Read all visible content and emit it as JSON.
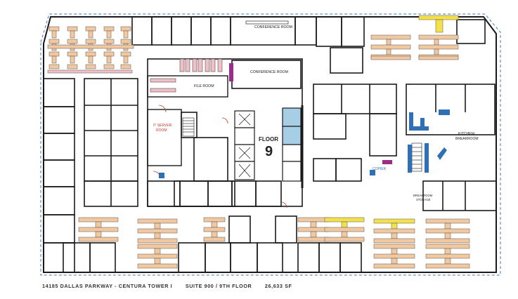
{
  "floor": {
    "label_word": "FLOOR",
    "label_number": "9"
  },
  "rooms": {
    "conference_top": "CONFERENCE ROOM",
    "conference_mid": "CONFERENCE ROOM",
    "file_room": "FILE ROOM",
    "it_server_room_line1": "IT SERVER",
    "it_server_room_line2": "ROOM",
    "kitchen_line1": "KITCHEN/",
    "kitchen_line2": "BREAKROOM",
    "copier": "COPIER",
    "breakroom_storage_line1": "BREAKROOM",
    "breakroom_storage_line2": "STORAGE"
  },
  "footer": {
    "address": "14185 DALLAS PARKWAY - CENTURA TOWER I",
    "suite": "SUITE 900 / 9TH FLOOR",
    "area": "26,633 SF"
  },
  "colors": {
    "wall": "#1a1a1a",
    "desk": "#f2c8a0",
    "desk_highlight": "#f3e04a",
    "file_cabinet": "#f0c0c8",
    "purple_accent": "#9c2b8a",
    "elevator_blue": "#a6cfe6",
    "kitchen_blue": "#2f6fb3",
    "window_dash": "#3a78c0"
  }
}
